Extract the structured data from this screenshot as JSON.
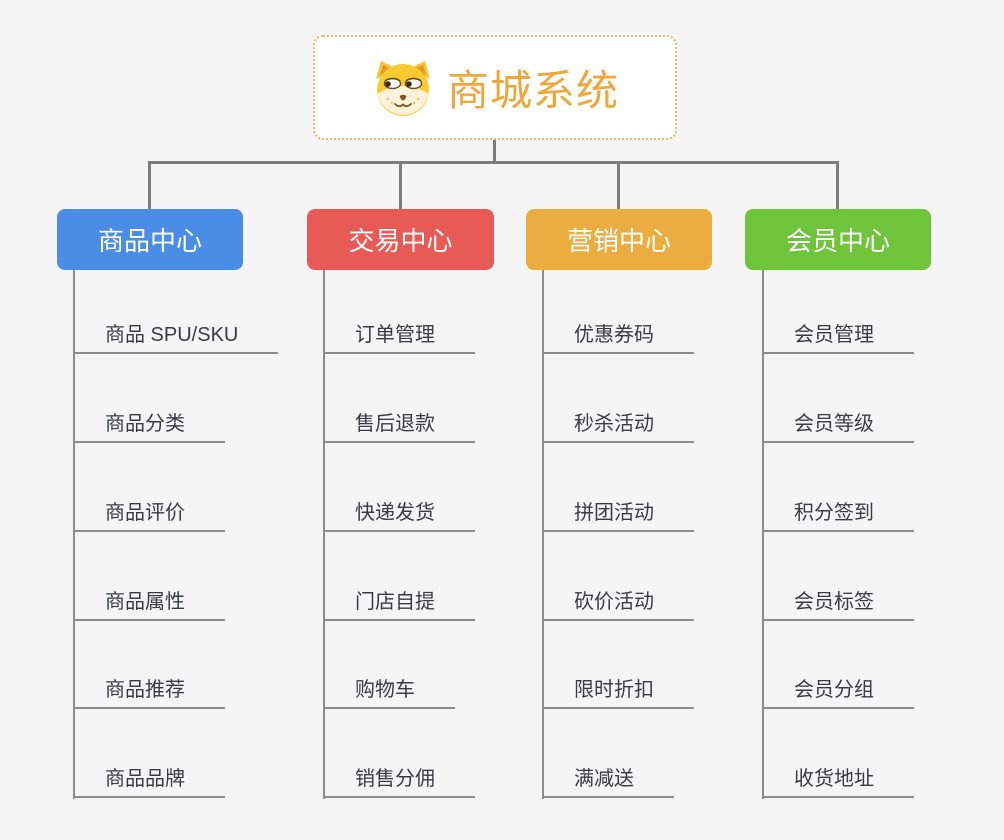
{
  "root": {
    "title": "商城系统",
    "icon": "doge-icon"
  },
  "branches": [
    {
      "label": "商品中心",
      "color": "#4A8DE6",
      "items": [
        "商品 SPU/SKU",
        "商品分类",
        "商品评价",
        "商品属性",
        "商品推荐",
        "商品品牌"
      ]
    },
    {
      "label": "交易中心",
      "color": "#E85A55",
      "items": [
        "订单管理",
        "售后退款",
        "快递发货",
        "门店自提",
        "购物车",
        "销售分佣"
      ]
    },
    {
      "label": "营销中心",
      "color": "#EBAD3F",
      "items": [
        "优惠券码",
        "秒杀活动",
        "拼团活动",
        "砍价活动",
        "限时折扣",
        "满减送"
      ]
    },
    {
      "label": "会员中心",
      "color": "#6EC43A",
      "items": [
        "会员管理",
        "会员等级",
        "积分签到",
        "会员标签",
        "会员分组",
        "收货地址"
      ]
    }
  ],
  "colors": {
    "background": "#F5F5F5",
    "root_border": "#EDB65F",
    "root_title": "#EFA73C",
    "connector": "#7D7D7D",
    "child_line": "#8C8C8C",
    "child_text": "#383C42"
  }
}
